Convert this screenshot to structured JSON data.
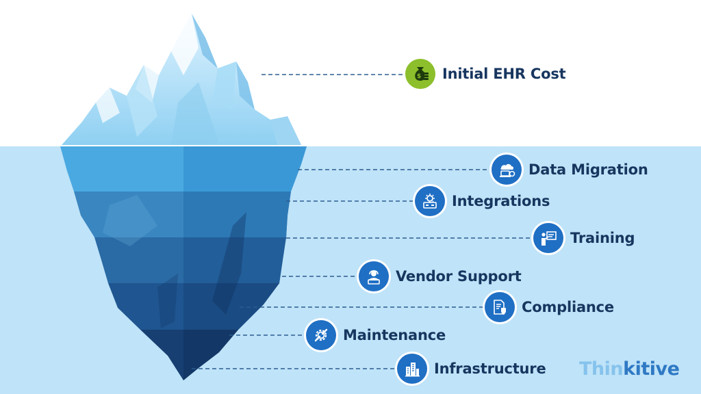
{
  "items": [
    {
      "label": "Initial EHR Cost"
    },
    {
      "label": "Data Migration"
    },
    {
      "label": "Integrations"
    },
    {
      "label": "Training"
    },
    {
      "label": "Vendor Support"
    },
    {
      "label": "Compliance"
    },
    {
      "label": "Maintenance"
    },
    {
      "label": "Infrastructure"
    }
  ],
  "brand": {
    "part1": "Thin",
    "part2": "kitive"
  },
  "icons": [
    "money-bag-icon",
    "cloud-laptop-icon",
    "chip-gear-icon",
    "presentation-icon",
    "support-agent-icon",
    "document-shield-icon",
    "wrench-gear-icon",
    "buildings-icon"
  ],
  "colors": {
    "sky": "#ffffff",
    "water": "#bfe3f8",
    "accent_green": "#8cbf2b",
    "accent_blue": "#1f6fc4",
    "text": "#17365f",
    "brand_light": "#86c3ec",
    "brand_dark": "#2f79c4"
  }
}
